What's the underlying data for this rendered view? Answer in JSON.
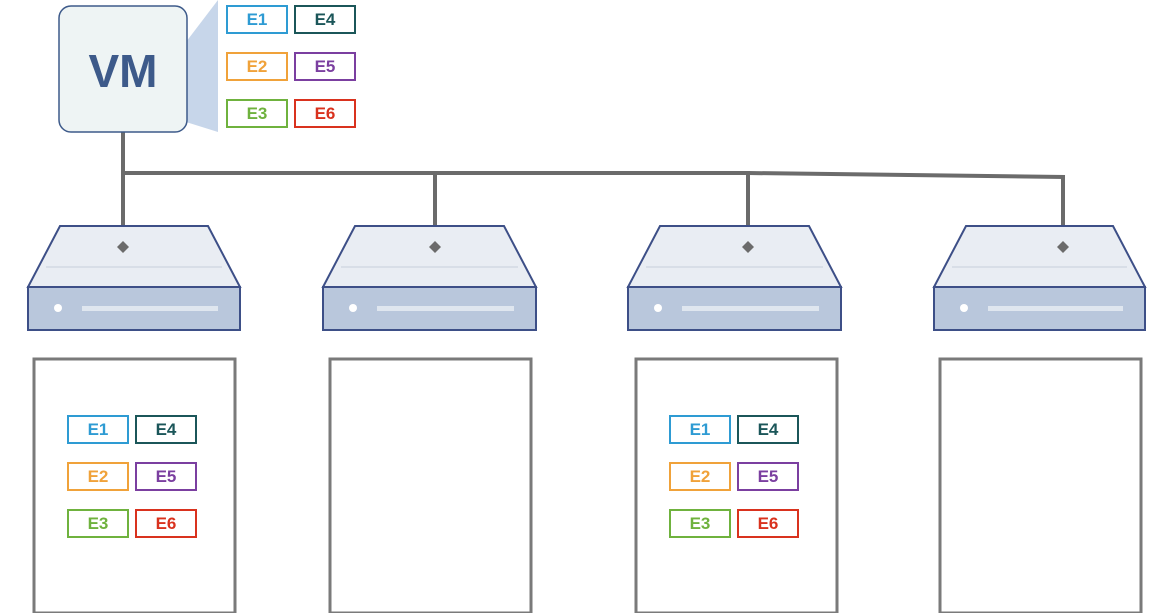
{
  "vm": {
    "label": "VM",
    "entries": [
      {
        "label": "E1",
        "color": "#2e9bd3"
      },
      {
        "label": "E4",
        "color": "#1b5659"
      },
      {
        "label": "E2",
        "color": "#f0a23a"
      },
      {
        "label": "E5",
        "color": "#7b3fa0"
      },
      {
        "label": "E3",
        "color": "#6fb23e"
      },
      {
        "label": "E6",
        "color": "#d9321e"
      }
    ]
  },
  "hosts": [
    {
      "entries": [
        "E1",
        "E4",
        "E2",
        "E5",
        "E3",
        "E6"
      ]
    },
    {
      "entries": []
    },
    {
      "entries": [
        "E1",
        "E4",
        "E2",
        "E5",
        "E3",
        "E6"
      ]
    },
    {
      "entries": []
    }
  ],
  "colors": {
    "vm_text": "#3d5a8a",
    "vm_fill": "#eef4f4",
    "vm_stroke": "#3d5a8a",
    "callout": "#c7d6ea",
    "network_line": "#6b6b6b",
    "server_top": "#e9edf3",
    "server_front": "#b9c7dc",
    "server_stroke": "#3d4f87",
    "host_box_stroke": "#7a7a7a"
  }
}
